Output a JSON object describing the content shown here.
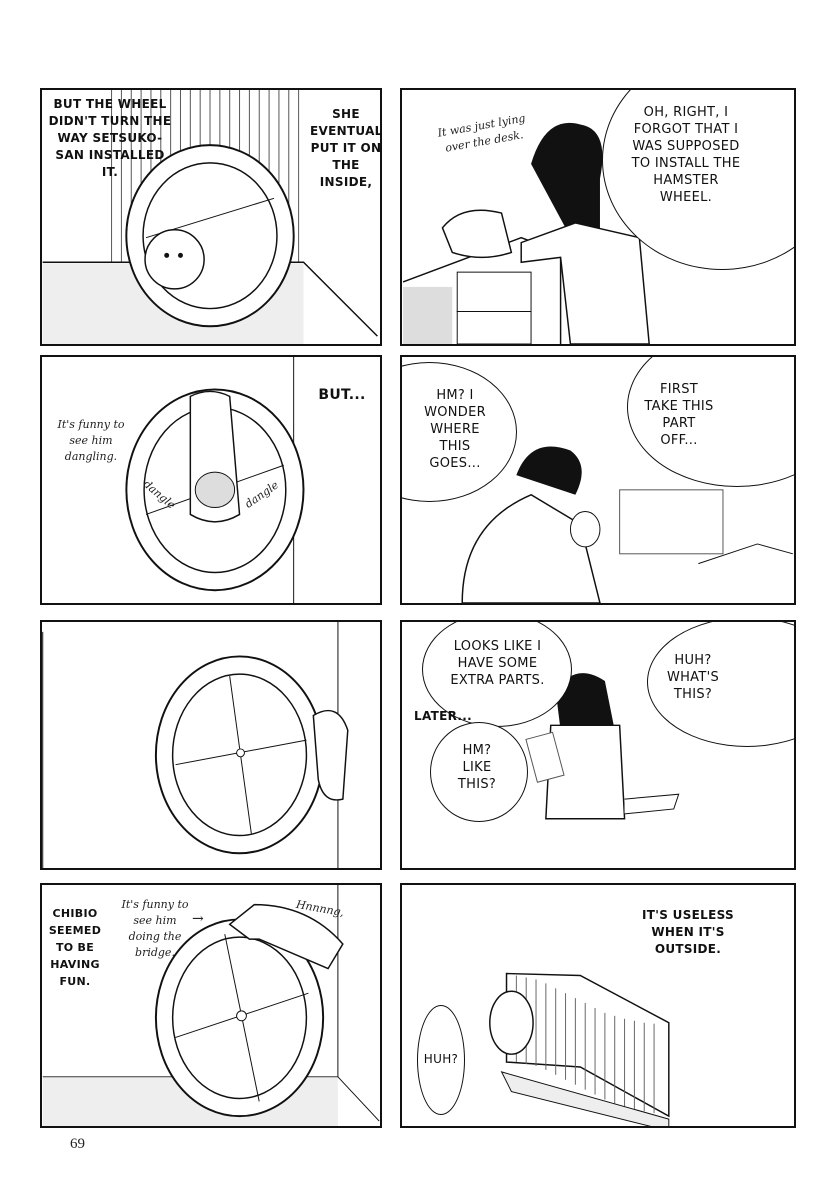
{
  "panels": [
    {
      "id": "p1",
      "captions": [
        "BUT THE WHEEL DIDN'T TURN THE WAY SETSUKO-SAN INSTALLED IT.",
        "SHE EVENTUALLY PUT IT ON THE INSIDE,"
      ]
    },
    {
      "id": "p2",
      "note": "It was just lying over the desk.",
      "speech": "OH, RIGHT, I FORGOT THAT I WAS SUPPOSED TO INSTALL THE HAMSTER WHEEL."
    },
    {
      "id": "p3",
      "caption": "BUT...",
      "note": "It's funny to see him dangling.",
      "sfx": [
        "dangle",
        "dangle"
      ]
    },
    {
      "id": "p4",
      "speech": [
        "HM? I WONDER WHERE THIS GOES...",
        "FIRST TAKE THIS PART OFF..."
      ]
    },
    {
      "id": "p5"
    },
    {
      "id": "p6",
      "speech": [
        "LOOKS LIKE I HAVE SOME EXTRA PARTS.",
        "HUH? WHAT'S THIS?",
        "HM? LIKE THIS?"
      ],
      "caption": "LATER..."
    },
    {
      "id": "p7",
      "caption": "CHIBIO SEEMED TO BE HAVING FUN.",
      "note": "It's funny to see him doing the bridge.",
      "sfx": "Hnnnng,"
    },
    {
      "id": "p8",
      "caption": "IT'S USELESS WHEN IT'S OUTSIDE.",
      "speech": "HUH?"
    }
  ],
  "page_number": "69"
}
